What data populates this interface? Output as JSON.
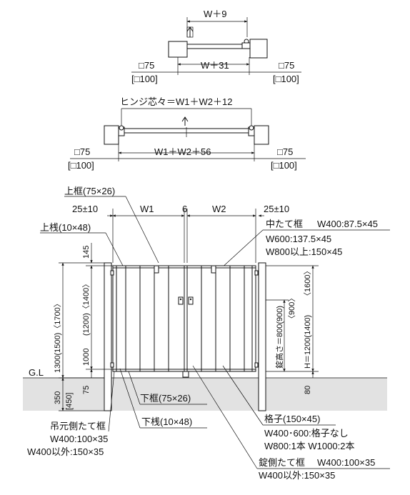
{
  "top_plan": {
    "w_plus_9": "W＋9",
    "w_plus_31": "W＋31",
    "left_post": "□75",
    "left_post_alt": "[□100]",
    "right_post": "□75",
    "right_post_alt": "[□100]"
  },
  "mid_plan": {
    "hinge_label": "ヒンジ芯々＝W1＋W2＋12",
    "span_label": "W1＋W2＋56",
    "left_post": "□75",
    "left_post_alt": "[□100]",
    "right_post": "□75",
    "right_post_alt": "[□100]"
  },
  "elevation": {
    "top_frame": "上框(75×26)",
    "top_rail": "上桟(10×48)",
    "clearance_left": "25±10",
    "clearance_right": "25±10",
    "w1": "W1",
    "gap": "6",
    "w2": "W2",
    "center_frame_title": "中たて框",
    "center_frame_w400": "W400:87.5×45",
    "center_frame_w600": "W600:137.5×45",
    "center_frame_w800": "W800以上:150×45",
    "dim_145": "145",
    "left_heights": "1300(1500)〈1700〉",
    "inner_heights": "(1200)〈1400〉",
    "inner_1000": "1000",
    "dim_75": "75",
    "dim_350": "350",
    "dim_450": "[450]",
    "gl": "G.L",
    "bottom_frame": "下框(75×26)",
    "bottom_rail": "下桟(10×48)",
    "lock_height": "錠高さ＝800(900)",
    "lock_height_alt": "〈900〉",
    "right_height": "H＝1200(1400)",
    "right_height_alt": "〈1600〉",
    "dim_80": "80",
    "hinge_side_title": "吊元側たて框",
    "hinge_side_w400": "W400:100×35",
    "hinge_side_other": "W400以外:150×35",
    "lattice_title": "格子(150×45)",
    "lattice_line1": "W400･600:格子なし",
    "lattice_line2": "W800:1本 W1000:2本",
    "lock_side_title": "錠側たて框",
    "lock_side_w400": "W400:100×35",
    "lock_side_other": "W400以外:150×35"
  }
}
